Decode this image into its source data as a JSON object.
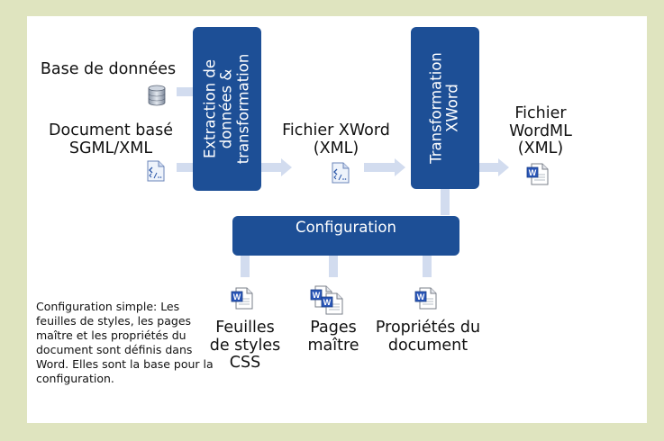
{
  "labels": {
    "database": "Base de données",
    "document_source": [
      "Document basé",
      "SGML/XML"
    ],
    "xword_file": [
      "Fichier XWord",
      "(XML)"
    ],
    "wordml_file": [
      "Fichier",
      "WordML",
      "(XML)"
    ],
    "css_sheets": [
      "Feuilles",
      "de styles",
      "CSS"
    ],
    "master_pages": [
      "Pages",
      "maître"
    ],
    "doc_properties": [
      "Propriétés du",
      "document"
    ]
  },
  "boxes": {
    "extraction": [
      "Extraction de",
      "données &",
      "transformation"
    ],
    "transformation": [
      "Transformation",
      "XWord"
    ],
    "configuration": "Configuration"
  },
  "note": "Configuration simple: Les feuilles de styles, les pages maître et les propriétés du document sont définis dans Word. Elles sont la base pour la configuration.",
  "colors": {
    "frame": "#dfe4bf",
    "box": "#1d4f96",
    "arrow": "#d2dcef"
  },
  "icons": {
    "database": "database-icon",
    "xml_file": "xml-file-icon",
    "word_doc": "word-document-icon"
  }
}
